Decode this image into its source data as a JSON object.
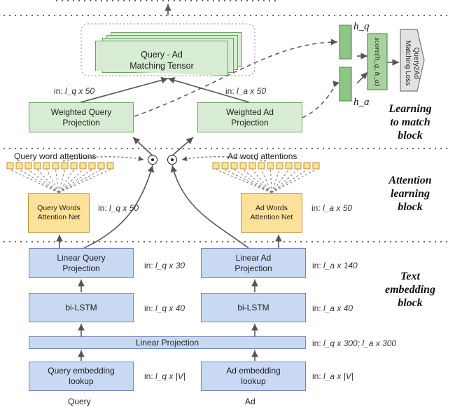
{
  "inputs": {
    "query": "Query",
    "ad": "Ad"
  },
  "boxes": {
    "query_embed": "Query embedding\nlookup",
    "ad_embed": "Ad embedding\nlookup",
    "linear_projection": "Linear Projection",
    "bilstm_q": "bi-LSTM",
    "bilstm_a": "bi-LSTM",
    "linear_query_proj": "Linear Query\nProjection",
    "linear_ad_proj": "Linear Ad\nProjection",
    "query_attn_net": "Query Words\nAttention  Net",
    "ad_attn_net": "Ad Words\nAttention  Net",
    "weighted_query_proj": "Weighted Query\nProjection",
    "weighted_ad_proj": "Weighted Ad\nProjection",
    "matching_tensor": "Query - Ad\nMatching Tensor",
    "loss": "Query2Ad\nMatching Loss"
  },
  "annotations": {
    "embed_q": "l_q x |V|",
    "embed_a": "l_a x |V|",
    "linproj": "l_q x 300; l_a x 300",
    "bilstm_q": "l_q x 40",
    "bilstm_a": "l_a x 40",
    "linq": "l_q x 30",
    "lina": "l_a x 140",
    "attn_q": "l_q x 50",
    "attn_a": "l_a x 50",
    "wq": "l_q x 50",
    "wa": "l_a x 50",
    "prefix": "in:"
  },
  "attention_labels": {
    "query": "Query word attentions",
    "ad": "Ad word attentions"
  },
  "vectors": {
    "hq": "h_q",
    "ha": "h_a",
    "score": "score(h_q, h_a)"
  },
  "blocks": {
    "match": "Learning\nto match\nblock",
    "attention": "Attention\nlearning\nblock",
    "text": "Text\nembedding\nblock"
  },
  "colors": {
    "blue": "#c9d9f3",
    "green": "#d7ecd2",
    "yellow": "#fbe19a"
  }
}
